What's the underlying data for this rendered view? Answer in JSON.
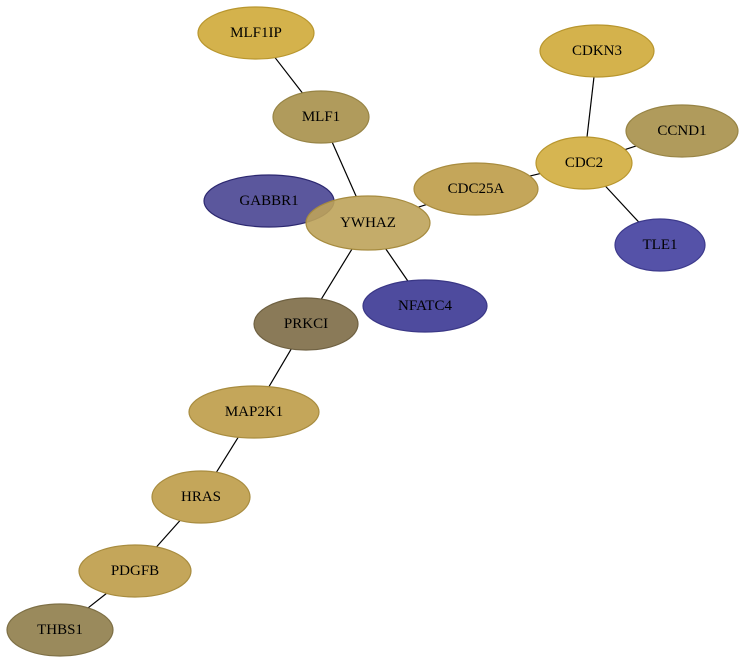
{
  "network": {
    "nodes": [
      {
        "id": "MLF1IP",
        "label": "MLF1IP",
        "fill": "#d4b24c",
        "stroke": "#b8962e"
      },
      {
        "id": "MLF1",
        "label": "MLF1",
        "fill": "#b09b5c",
        "stroke": "#978445"
      },
      {
        "id": "CDKN3",
        "label": "CDKN3",
        "fill": "#d4b24c",
        "stroke": "#b8962e"
      },
      {
        "id": "CCND1",
        "label": "CCND1",
        "fill": "#b09b5c",
        "stroke": "#978445"
      },
      {
        "id": "CDC2",
        "label": "CDC2",
        "fill": "#d6b551",
        "stroke": "#b8962e"
      },
      {
        "id": "CDC25A",
        "label": "CDC25A",
        "fill": "#c4a65a",
        "stroke": "#a88c3f"
      },
      {
        "id": "GABBR1",
        "label": "GABBR1",
        "fill": "#3e3a8c",
        "stroke": "#2c2870",
        "opacity": 0.85
      },
      {
        "id": "YWHAZ",
        "label": "YWHAZ",
        "fill": "#bea35a",
        "stroke": "#a68b3f",
        "opacity": 0.9
      },
      {
        "id": "TLE1",
        "label": "TLE1",
        "fill": "#5552a8",
        "stroke": "#3d3a8c"
      },
      {
        "id": "NFATC4",
        "label": "NFATC4",
        "fill": "#4e4b9e",
        "stroke": "#3a3786"
      },
      {
        "id": "PRKCI",
        "label": "PRKCI",
        "fill": "#8a7a58",
        "stroke": "#6f6142"
      },
      {
        "id": "MAP2K1",
        "label": "MAP2K1",
        "fill": "#c4a65a",
        "stroke": "#a88c3f"
      },
      {
        "id": "HRAS",
        "label": "HRAS",
        "fill": "#c4a65a",
        "stroke": "#a88c3f"
      },
      {
        "id": "PDGFB",
        "label": "PDGFB",
        "fill": "#c4a65a",
        "stroke": "#a88c3f"
      },
      {
        "id": "THBS1",
        "label": "THBS1",
        "fill": "#9a8a5c",
        "stroke": "#7e7046"
      }
    ],
    "edges": [
      [
        "MLF1IP",
        "MLF1"
      ],
      [
        "MLF1",
        "YWHAZ"
      ],
      [
        "CDKN3",
        "CDC2"
      ],
      [
        "CCND1",
        "CDC2"
      ],
      [
        "CDC2",
        "TLE1"
      ],
      [
        "CDC25A",
        "CDC2"
      ],
      [
        "YWHAZ",
        "CDC25A"
      ],
      [
        "YWHAZ",
        "NFATC4"
      ],
      [
        "YWHAZ",
        "PRKCI"
      ],
      [
        "PRKCI",
        "MAP2K1"
      ],
      [
        "MAP2K1",
        "HRAS"
      ],
      [
        "HRAS",
        "PDGFB"
      ],
      [
        "PDGFB",
        "THBS1"
      ]
    ]
  }
}
